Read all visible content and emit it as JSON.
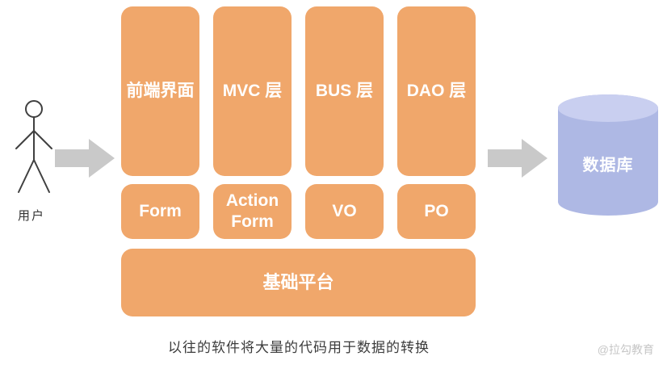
{
  "colors": {
    "box_orange": "#F0A76B",
    "arrow_gray": "#C9C9C9",
    "cylinder_body": "#AEB8E4",
    "cylinder_top": "#C9CFF0",
    "text_white": "#FFFFFF",
    "caption_dark": "#3C3C3C",
    "watermark_gray": "#C6C6C6"
  },
  "actor": {
    "label": "用户"
  },
  "layers": [
    {
      "label": "前端界面"
    },
    {
      "label": "MVC 层"
    },
    {
      "label": "BUS 层"
    },
    {
      "label": "DAO 层"
    }
  ],
  "objects": [
    {
      "label": "Form"
    },
    {
      "label": "Action Form"
    },
    {
      "label": "VO"
    },
    {
      "label": "PO"
    }
  ],
  "platform": {
    "label": "基础平台"
  },
  "database": {
    "label": "数据库"
  },
  "caption": "以往的软件将大量的代码用于数据的转换",
  "watermark": "@拉勾教育"
}
